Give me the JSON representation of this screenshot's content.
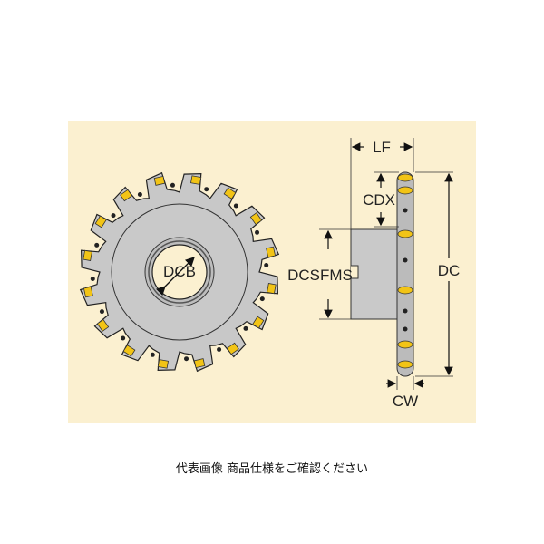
{
  "diagram": {
    "labels": {
      "dcb": "DCB",
      "lf": "LF",
      "cdx": "CDX",
      "dcsfms": "DCSFMS",
      "dc": "DC",
      "cw": "CW"
    },
    "colors": {
      "background": "#fbf0d0",
      "body": "#c9c9c9",
      "insert": "#f2c416"
    },
    "tooth_count": 16
  },
  "caption": "代表画像 商品仕様をご確認ください"
}
